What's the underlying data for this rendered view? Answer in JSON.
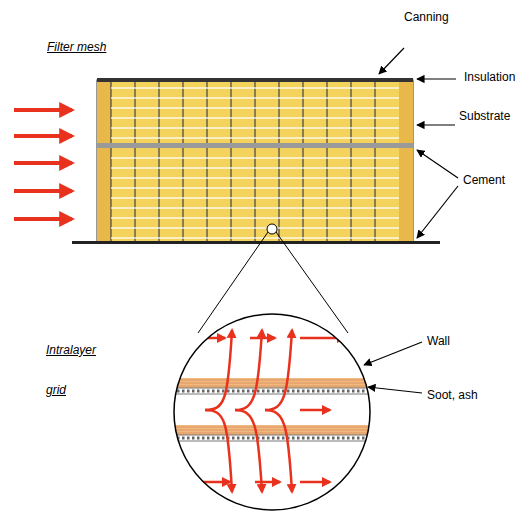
{
  "diagram": {
    "labels": [
      "Canning",
      "Filter mesh",
      "Insulation",
      "Substrate",
      "Cement",
      "Wall",
      "Intralayer grid",
      "Soot, ash"
    ]
  }
}
